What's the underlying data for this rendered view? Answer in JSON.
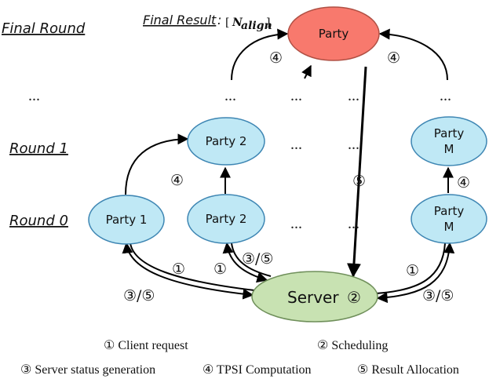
{
  "colors": {
    "party_fill": "#bfe8f5",
    "party_stroke": "#3e86b3",
    "final_party_fill": "#f8796d",
    "final_party_stroke": "#b05044",
    "server_fill": "#c8e2b2",
    "server_stroke": "#6f8f5a",
    "line": "#000000"
  },
  "round_labels": {
    "final": "Final Round",
    "round1": "Round 1",
    "round0": "Round 0"
  },
  "final_result": {
    "label": "Final Result",
    "colon": ":",
    "n": "N",
    "sub": "align"
  },
  "nodes": {
    "final_party": "Party",
    "r1_party2": "Party 2",
    "r1_partym_line1": "Party",
    "r1_partym_line2": "M",
    "r0_party1": "Party 1",
    "r0_party2": "Party 2",
    "r0_partym_line1": "Party",
    "r0_partym_line2": "M",
    "server_text": "Server",
    "server_step": "②"
  },
  "step_marks": {
    "s1": "①",
    "s2": "②",
    "s3_5": "③/⑤",
    "s4": "④",
    "s5": "⑤"
  },
  "ellipsis": "...",
  "legend": {
    "item1": "① Client request",
    "item2": "② Scheduling",
    "item3": "③ Server status generation",
    "item4": "④ TPSI Computation",
    "item5": "⑤ Result Allocation"
  }
}
